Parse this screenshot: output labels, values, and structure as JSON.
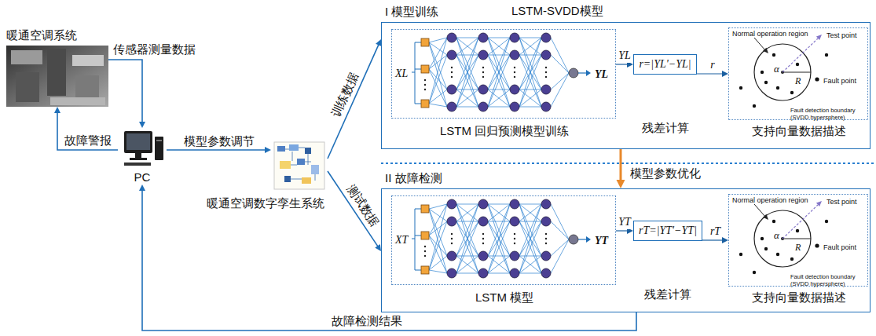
{
  "diagram": {
    "nodes": [
      {
        "text": [
          "暖通空调系统"
        ]
      },
      {
        "text": [
          "PC"
        ]
      },
      {
        "text": [
          "暖通空调数字孪生系统"
        ]
      },
      {
        "text": [
          "I 模型训练",
          "LSTM-SVDD模型"
        ]
      },
      {
        "text": [
          "XL",
          "YL",
          "LSTM 回归预测模型训练"
        ],
        "in": 3
      },
      {
        "text": [
          "r=|YL'−YL|",
          "残差计算"
        ],
        "in": 3
      },
      {
        "text": [
          "Normal operation region",
          "Test point",
          "Fault point",
          "Fault detection boundary (SVDD hypersphere)",
          "α",
          "R",
          "支持向量数据描述"
        ],
        "in": 3
      },
      {
        "text": [
          "II 故障检测"
        ]
      },
      {
        "text": [
          "XT",
          "YT",
          "LSTM 模型"
        ],
        "in": 7
      },
      {
        "text": [
          "rT=|YT'−YT|",
          "残差计算"
        ],
        "in": 7
      },
      {
        "text": [
          "Normal operation region",
          "Test point",
          "Fault point",
          "Fault detection boundary (SVDD hypersphere)",
          "α",
          "R",
          "支持向量数据描述"
        ],
        "in": 7
      }
    ],
    "edges": [
      {
        "from": 0,
        "to": 1,
        "arrow": "to",
        "label": "传感器测量数据"
      },
      {
        "from": 1,
        "to": 0,
        "arrow": "to",
        "label": "故障警报"
      },
      {
        "from": 1,
        "to": 2,
        "arrow": "to",
        "label": "模型参数调节"
      },
      {
        "from": 2,
        "to": 3,
        "arrow": "to",
        "label": "训练数据"
      },
      {
        "from": 2,
        "to": 7,
        "arrow": "to",
        "label": "测试数据"
      },
      {
        "from": 3,
        "to": 7,
        "arrow": "to",
        "label": "模型参数优化"
      },
      {
        "from": 7,
        "to": 1,
        "arrow": "to",
        "label": "故障检测结果"
      },
      {
        "from": 4,
        "to": 5,
        "arrow": "to",
        "label": "YL"
      },
      {
        "from": 5,
        "to": 6,
        "arrow": "to",
        "label": "r"
      },
      {
        "from": 8,
        "to": 9,
        "arrow": "to",
        "label": "YT"
      },
      {
        "from": 9,
        "to": 10,
        "arrow": "to",
        "label": "rT"
      }
    ]
  }
}
